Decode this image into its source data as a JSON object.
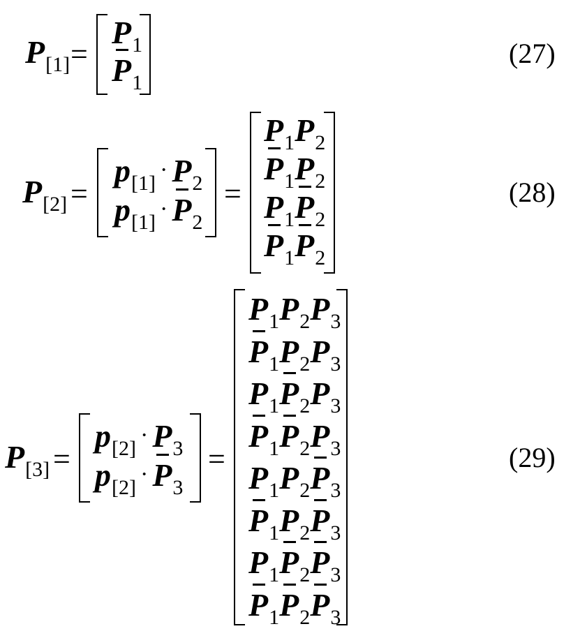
{
  "equations": [
    {
      "number": "(27)",
      "lhs": {
        "symbol": "P",
        "subscript": "[1]"
      },
      "equals": "=",
      "middle": null,
      "result_rows": [
        [
          {
            "symbol": "P",
            "sub": "1",
            "bar": false
          }
        ],
        [
          {
            "symbol": "P",
            "sub": "1",
            "bar": true
          }
        ]
      ]
    },
    {
      "number": "(28)",
      "lhs": {
        "symbol": "P",
        "subscript": "[2]"
      },
      "equals": "=",
      "middle": [
        {
          "prefix": "p",
          "prefix_sub": "[1]",
          "dot": "·",
          "symbol": "P",
          "sub": "2",
          "bar": false
        },
        {
          "prefix": "p",
          "prefix_sub": "[1]",
          "dot": "·",
          "symbol": "P",
          "sub": "2",
          "bar": true
        }
      ],
      "result_rows": [
        [
          {
            "symbol": "P",
            "sub": "1",
            "bar": false
          },
          {
            "symbol": "P",
            "sub": "2",
            "bar": false
          }
        ],
        [
          {
            "symbol": "P",
            "sub": "1",
            "bar": true
          },
          {
            "symbol": "P",
            "sub": "2",
            "bar": false
          }
        ],
        [
          {
            "symbol": "P",
            "sub": "1",
            "bar": false
          },
          {
            "symbol": "P",
            "sub": "2",
            "bar": true
          }
        ],
        [
          {
            "symbol": "P",
            "sub": "1",
            "bar": true
          },
          {
            "symbol": "P",
            "sub": "2",
            "bar": true
          }
        ]
      ]
    },
    {
      "number": "(29)",
      "lhs": {
        "symbol": "P",
        "subscript": "[3]"
      },
      "equals": "=",
      "middle": [
        {
          "prefix": "p",
          "prefix_sub": "[2]",
          "dot": "·",
          "symbol": "P",
          "sub": "3",
          "bar": false
        },
        {
          "prefix": "p",
          "prefix_sub": "[2]",
          "dot": "·",
          "symbol": "P",
          "sub": "3",
          "bar": true
        }
      ],
      "result_rows": [
        [
          {
            "symbol": "P",
            "sub": "1",
            "bar": false
          },
          {
            "symbol": "P",
            "sub": "2",
            "bar": false
          },
          {
            "symbol": "P",
            "sub": "3",
            "bar": false
          }
        ],
        [
          {
            "symbol": "P",
            "sub": "1",
            "bar": true
          },
          {
            "symbol": "P",
            "sub": "2",
            "bar": false
          },
          {
            "symbol": "P",
            "sub": "3",
            "bar": false
          }
        ],
        [
          {
            "symbol": "P",
            "sub": "1",
            "bar": false
          },
          {
            "symbol": "P",
            "sub": "2",
            "bar": true
          },
          {
            "symbol": "P",
            "sub": "3",
            "bar": false
          }
        ],
        [
          {
            "symbol": "P",
            "sub": "1",
            "bar": true
          },
          {
            "symbol": "P",
            "sub": "2",
            "bar": true
          },
          {
            "symbol": "P",
            "sub": "3",
            "bar": false
          }
        ],
        [
          {
            "symbol": "P",
            "sub": "1",
            "bar": false
          },
          {
            "symbol": "P",
            "sub": "2",
            "bar": false
          },
          {
            "symbol": "P",
            "sub": "3",
            "bar": true
          }
        ],
        [
          {
            "symbol": "P",
            "sub": "1",
            "bar": true
          },
          {
            "symbol": "P",
            "sub": "2",
            "bar": false
          },
          {
            "symbol": "P",
            "sub": "3",
            "bar": true
          }
        ],
        [
          {
            "symbol": "P",
            "sub": "1",
            "bar": false
          },
          {
            "symbol": "P",
            "sub": "2",
            "bar": true
          },
          {
            "symbol": "P",
            "sub": "3",
            "bar": true
          }
        ],
        [
          {
            "symbol": "P",
            "sub": "1",
            "bar": true
          },
          {
            "symbol": "P",
            "sub": "2",
            "bar": true
          },
          {
            "symbol": "P",
            "sub": "3",
            "bar": true
          }
        ]
      ]
    }
  ]
}
